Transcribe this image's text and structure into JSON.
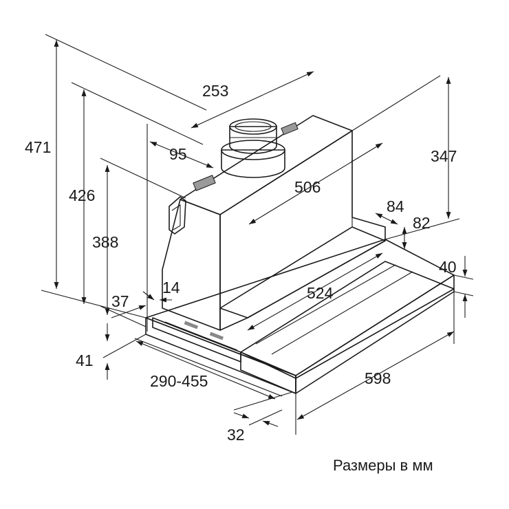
{
  "diagram": {
    "dimensions": {
      "d471": "471",
      "d426": "426",
      "d388": "388",
      "d253": "253",
      "d95": "95",
      "d506": "506",
      "d347": "347",
      "d84": "84",
      "d82": "82",
      "d40": "40",
      "d524": "524",
      "d37": "37",
      "d14": "14",
      "d41": "41",
      "d290_455": "290-455",
      "d598": "598",
      "d32": "32"
    },
    "caption": "Размеры в мм"
  }
}
